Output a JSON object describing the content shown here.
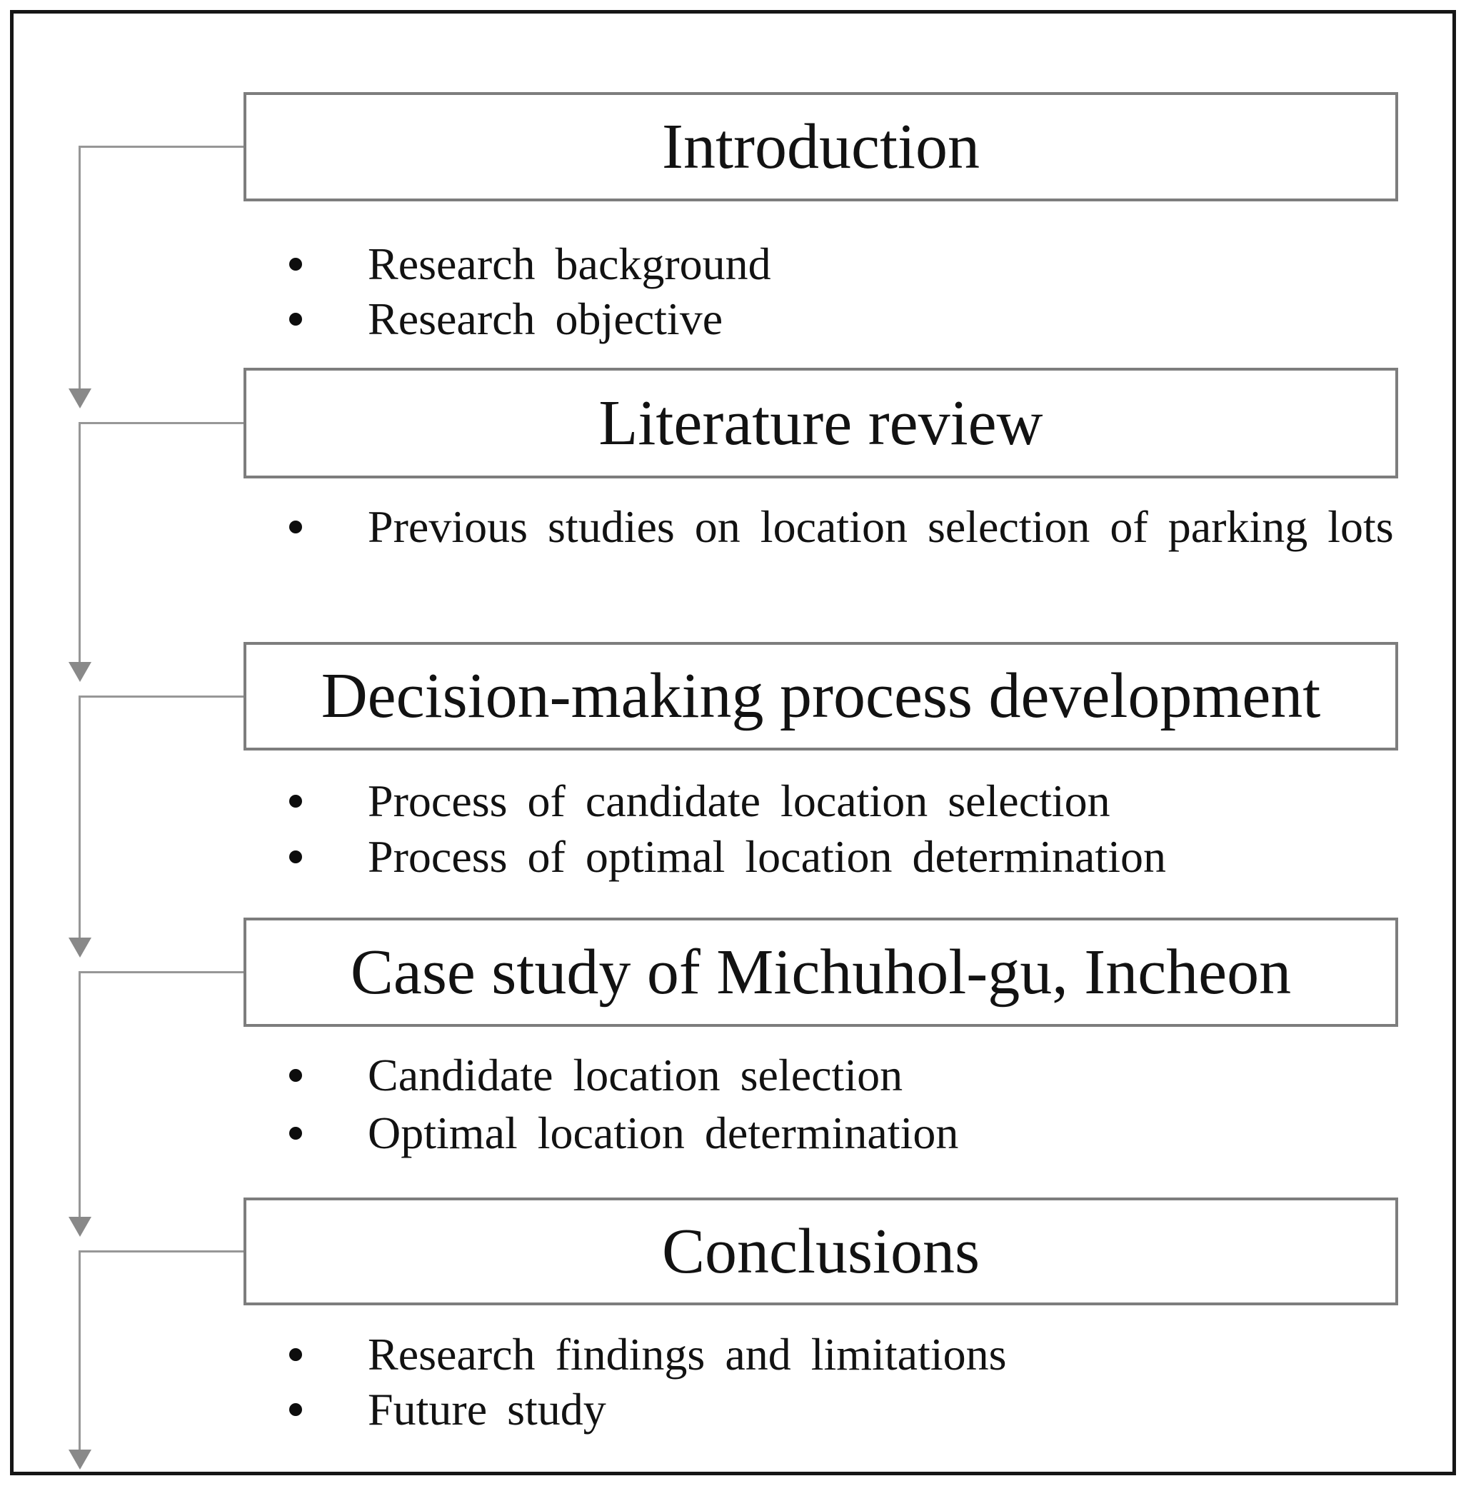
{
  "sections": [
    {
      "title": "Introduction",
      "bullets": [
        "Research background",
        "Research objective"
      ]
    },
    {
      "title": "Literature review",
      "bullets": [
        "Previous studies on location selection of parking lots"
      ]
    },
    {
      "title": "Decision-making process development",
      "bullets": [
        "Process of candidate location selection",
        "Process of optimal location determination"
      ]
    },
    {
      "title": "Case study of Michuhol-gu, Incheon",
      "bullets": [
        "Candidate location selection",
        "Optimal location determination"
      ]
    },
    {
      "title": "Conclusions",
      "bullets": [
        "Research findings and limitations",
        "Future study"
      ]
    }
  ],
  "icons": {
    "flow_arrow": "down-triangle"
  },
  "colors": {
    "frame": "#161616",
    "box_border": "#7d7d7d",
    "connector": "#979797",
    "arrow": "#898989",
    "text": "#121212",
    "bullet_dot": "#0d0d0d",
    "background": "#ffffff"
  }
}
